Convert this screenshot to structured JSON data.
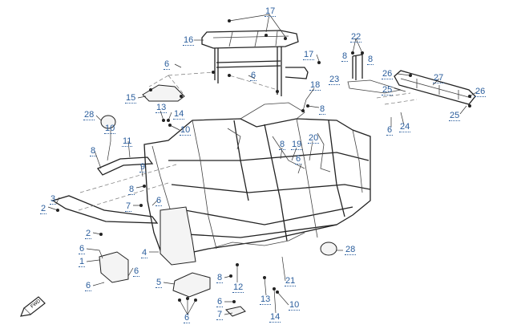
{
  "diagram": {
    "callouts": [
      {
        "id": "c17a",
        "text": "17"
      },
      {
        "id": "c16",
        "text": "16"
      },
      {
        "id": "c17b",
        "text": "17"
      },
      {
        "id": "c22",
        "text": "22"
      },
      {
        "id": "c8a",
        "text": "8"
      },
      {
        "id": "c8b",
        "text": "8"
      },
      {
        "id": "c23",
        "text": "23"
      },
      {
        "id": "c26a",
        "text": "26"
      },
      {
        "id": "c27",
        "text": "27"
      },
      {
        "id": "c26b",
        "text": "26"
      },
      {
        "id": "c25a",
        "text": "25"
      },
      {
        "id": "c25b",
        "text": "25"
      },
      {
        "id": "c24",
        "text": "24"
      },
      {
        "id": "c6a",
        "text": "6"
      },
      {
        "id": "c6b",
        "text": "6"
      },
      {
        "id": "c6c",
        "text": "6"
      },
      {
        "id": "c15",
        "text": "15"
      },
      {
        "id": "c18",
        "text": "18"
      },
      {
        "id": "c8c",
        "text": "8"
      },
      {
        "id": "c28a",
        "text": "28"
      },
      {
        "id": "c13a",
        "text": "13"
      },
      {
        "id": "c14a",
        "text": "14"
      },
      {
        "id": "c10a",
        "text": "10"
      },
      {
        "id": "c10b",
        "text": "10"
      },
      {
        "id": "c11",
        "text": "11"
      },
      {
        "id": "c8d",
        "text": "8"
      },
      {
        "id": "c20",
        "text": "20"
      },
      {
        "id": "c8e",
        "text": "8"
      },
      {
        "id": "c19",
        "text": "19"
      },
      {
        "id": "c6d",
        "text": "6"
      },
      {
        "id": "c9",
        "text": "9"
      },
      {
        "id": "c8f",
        "text": "8"
      },
      {
        "id": "c3",
        "text": "3"
      },
      {
        "id": "c2a",
        "text": "2"
      },
      {
        "id": "c7a",
        "text": "7"
      },
      {
        "id": "c6e",
        "text": "6"
      },
      {
        "id": "c2b",
        "text": "2"
      },
      {
        "id": "c6f",
        "text": "6"
      },
      {
        "id": "c1",
        "text": "1"
      },
      {
        "id": "c4",
        "text": "4"
      },
      {
        "id": "c6g",
        "text": "6"
      },
      {
        "id": "c6h",
        "text": "6"
      },
      {
        "id": "c5",
        "text": "5"
      },
      {
        "id": "c8g",
        "text": "8"
      },
      {
        "id": "c12",
        "text": "12"
      },
      {
        "id": "c6i",
        "text": "6"
      },
      {
        "id": "c7b",
        "text": "7"
      },
      {
        "id": "c6j",
        "text": "6"
      },
      {
        "id": "c13b",
        "text": "13"
      },
      {
        "id": "c14b",
        "text": "14"
      },
      {
        "id": "c10c",
        "text": "10"
      },
      {
        "id": "c21",
        "text": "21"
      },
      {
        "id": "c28b",
        "text": "28"
      }
    ],
    "fwd_icon": "forward-arrow-icon"
  }
}
